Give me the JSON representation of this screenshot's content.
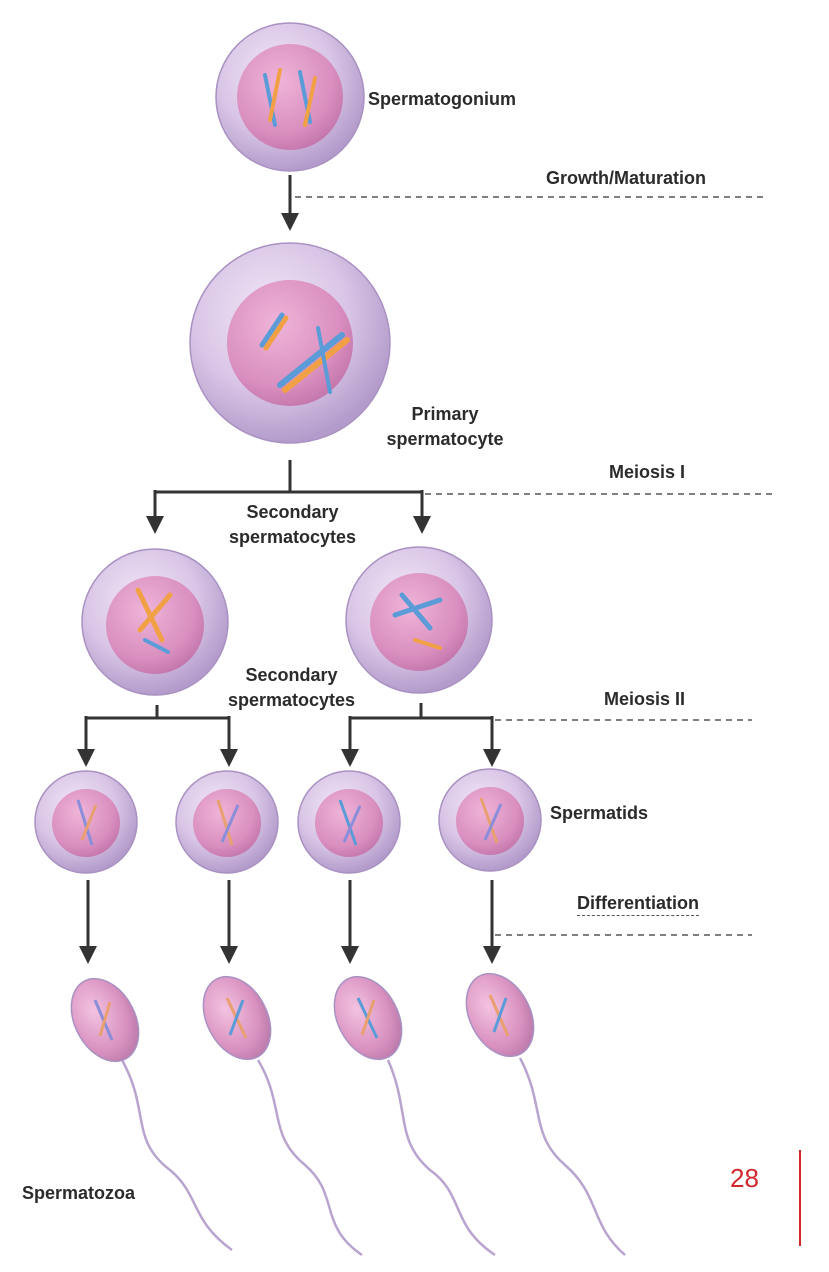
{
  "labels": {
    "spermatogonium": "Spermatogonium",
    "primary_line1": "Primary",
    "primary_line2": "spermatocyte",
    "secondary_top_line1": "Secondary",
    "secondary_top_line2": "spermatocytes",
    "secondary_mid_line1": "Secondary",
    "secondary_mid_line2": "spermatocytes",
    "spermatids": "Spermatids",
    "spermatozoa": "Spermatozoa"
  },
  "stages": {
    "growth": "Growth/Maturation",
    "meiosis1": "Meiosis I",
    "meiosis2": "Meiosis II",
    "differentiation": "Differentiation"
  },
  "page": {
    "number": "28"
  },
  "colors": {
    "cell_outer": "#d9c5e6",
    "cell_nucleus": "#d98fbf",
    "chromosome_blue": "#5a9bd8",
    "chromosome_orange": "#f2a046",
    "arrow": "#333333",
    "page_accent": "#d2272c"
  }
}
